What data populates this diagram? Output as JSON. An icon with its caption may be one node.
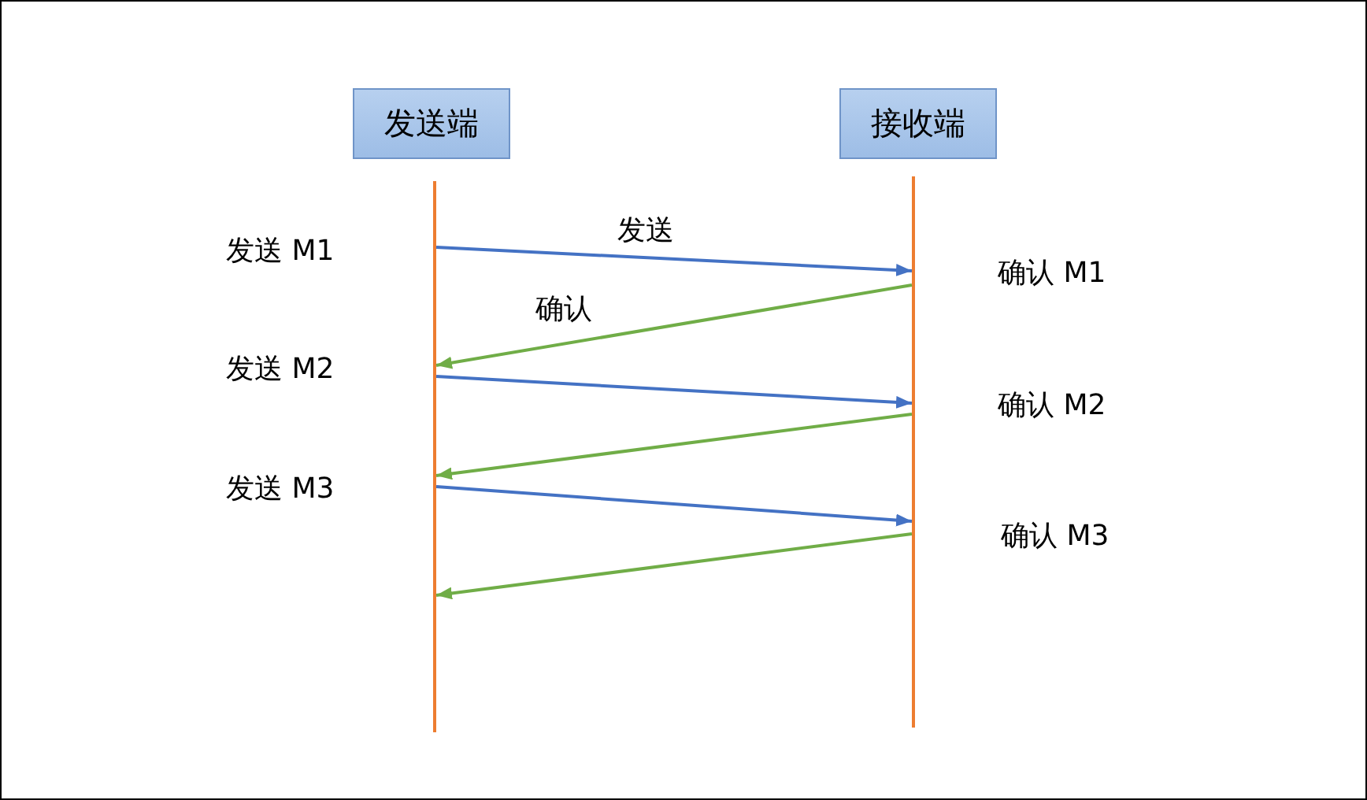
{
  "diagram": {
    "nodes": [
      {
        "text": [
          "发送端"
        ]
      },
      {
        "text": [
          "接收端"
        ]
      },
      {
        "text": [],
        "shape": "bar"
      },
      {
        "text": [],
        "shape": "bar"
      }
    ],
    "edges": [
      {
        "from": 2,
        "to": 3,
        "arrow": "to",
        "label": "发送",
        "color": "#4472c4"
      },
      {
        "from": 3,
        "to": 2,
        "arrow": "to",
        "label": "确认",
        "color": "#70ad47"
      },
      {
        "from": 2,
        "to": 3,
        "arrow": "to",
        "color": "#4472c4"
      },
      {
        "from": 3,
        "to": 2,
        "arrow": "to",
        "color": "#70ad47"
      },
      {
        "from": 2,
        "to": 3,
        "arrow": "to",
        "color": "#4472c4"
      },
      {
        "from": 3,
        "to": 2,
        "arrow": "to",
        "color": "#70ad47"
      }
    ],
    "labels": [
      "发送 M1",
      "确认 M1",
      "发送 M2",
      "确认 M2",
      "发送 M3",
      "确认 M3"
    ]
  }
}
